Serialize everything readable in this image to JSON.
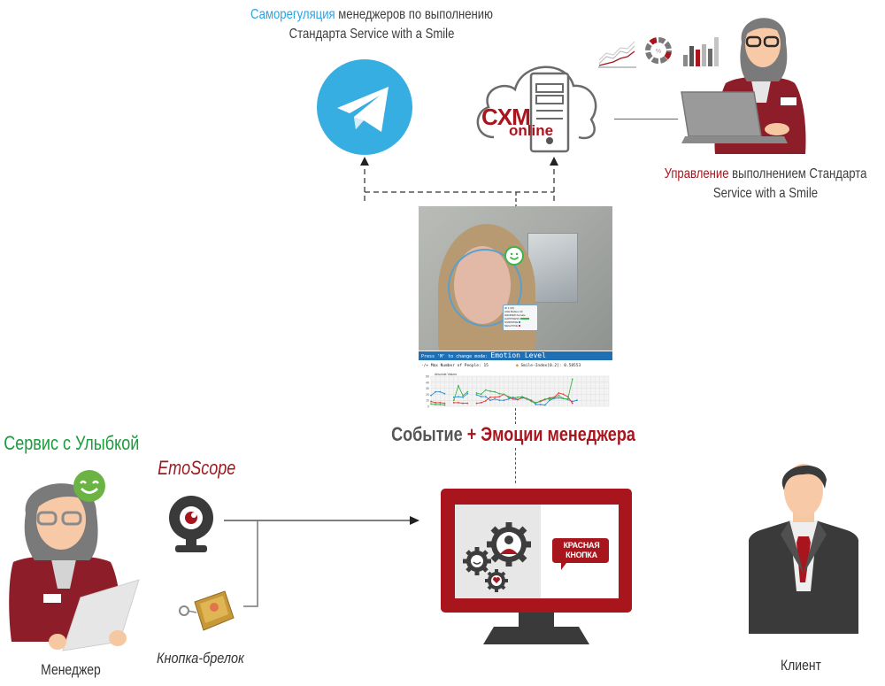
{
  "top_caption": {
    "highlight": "Саморегуляция",
    "rest_line1": " менеджеров  по выполнению",
    "line2": "Стандарта Service with a Smile"
  },
  "right_caption": {
    "highlight": "Управление",
    "rest_line1": " выполнением Стандарта",
    "line2": "Service with a Smile"
  },
  "cloud_logo": {
    "main": "CXM",
    "sub": "online"
  },
  "center_caption": {
    "part1": "Событие",
    "part2": "+ Эмоции менеджера"
  },
  "left_caption": "Сервис с Улыбкой",
  "emoscope_label": "EmoScope",
  "keyfob_label": "Кнопка-брелок",
  "manager_label": "Менеджер",
  "client_label": "Клиент",
  "monitor": {
    "brand_line1": "КРАСНАЯ",
    "brand_line2": "КНОПКА"
  },
  "emotion_panel": {
    "mode_prefix": "Press 'M' to change mode:",
    "mode_value": "Emotion Level",
    "max_people": "-/+ Max Number of People: 15",
    "smile_index": "Smile-Index[0.2]: 0.58553",
    "chart_title": "Absolute Values",
    "face_info": [
      "ID 1 (M)",
      "AGE Babies 30",
      "GENDER Female",
      "HAPPINESS",
      "SURPRISE",
      "NEGATIVE"
    ]
  },
  "colors": {
    "accent_red": "#a8151d",
    "telegram_blue": "#37aee2",
    "green": "#1a9b3c",
    "panel_blue": "#1f6fb5"
  },
  "chart_data": {
    "type": "line",
    "title": "Absolute Values",
    "xlabel": "",
    "ylabel": "",
    "ylim": [
      0,
      50
    ],
    "yticks": [
      0,
      10,
      20,
      30,
      40,
      50
    ],
    "x": [
      1,
      2,
      3,
      4,
      5,
      6,
      7,
      8,
      9,
      10,
      11,
      12,
      13,
      14,
      15,
      16,
      17,
      18,
      19,
      20,
      21,
      22,
      23,
      24,
      25,
      26,
      27,
      28,
      29,
      30,
      31,
      32,
      33,
      34,
      35,
      36,
      37,
      38,
      39,
      40
    ],
    "series": [
      {
        "name": "blue",
        "color": "#2f8fd6",
        "values": [
          18,
          24,
          24,
          21,
          null,
          15,
          16,
          15,
          21,
          null,
          19,
          16,
          16,
          10,
          12,
          10,
          10,
          12,
          15,
          11,
          14,
          13,
          10,
          3,
          3,
          2,
          10,
          13,
          14,
          13,
          11,
          8,
          10,
          null,
          null,
          null,
          null,
          null,
          null,
          null
        ]
      },
      {
        "name": "red",
        "color": "#e03a3a",
        "values": [
          8,
          6,
          6,
          5,
          null,
          6,
          6,
          5,
          5,
          null,
          5,
          6,
          9,
          15,
          15,
          16,
          20,
          15,
          12,
          11,
          15,
          12,
          9,
          6,
          8,
          11,
          14,
          15,
          22,
          20,
          16,
          5,
          null,
          null,
          null,
          null,
          null,
          null,
          null,
          null
        ]
      },
      {
        "name": "green",
        "color": "#3bb34a",
        "values": [
          4,
          3,
          3,
          2,
          null,
          10,
          34,
          18,
          24,
          null,
          22,
          20,
          27,
          25,
          24,
          21,
          20,
          16,
          14,
          15,
          16,
          13,
          8,
          6,
          9,
          12,
          12,
          14,
          18,
          13,
          12,
          45,
          null,
          null,
          null,
          null,
          null,
          null,
          null,
          null
        ]
      }
    ],
    "grid": true,
    "legend": "none"
  }
}
